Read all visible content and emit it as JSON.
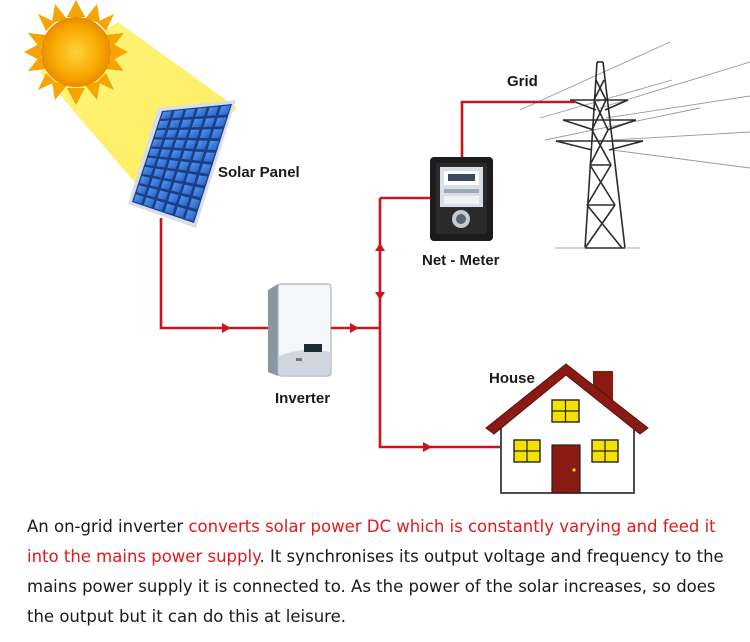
{
  "labels": {
    "solar_panel": "Solar Panel",
    "inverter": "Inverter",
    "net_meter": "Net - Meter",
    "grid": "Grid",
    "house": "House"
  },
  "caption": {
    "part1": "An on-grid inverter ",
    "highlight": "converts solar power DC which is constantly varying and feed it into the mains power supply",
    "part2": ". It synchronises its output voltage and frequency to the mains power supply it is connected to. As the power of the solar increases, so does the output but it can do this at leisure."
  },
  "colors": {
    "wire": "#c8141c",
    "highlight_text": "#e0191d",
    "panel_cell": "#2f6fd6",
    "sun": "#f9b800",
    "beam": "#fff27a",
    "house_roof": "#8b1a14",
    "window": "#f5e100"
  },
  "icons": [
    "sun-icon",
    "solar-panel-icon",
    "inverter-icon",
    "net-meter-icon",
    "transmission-tower-icon",
    "house-icon"
  ]
}
